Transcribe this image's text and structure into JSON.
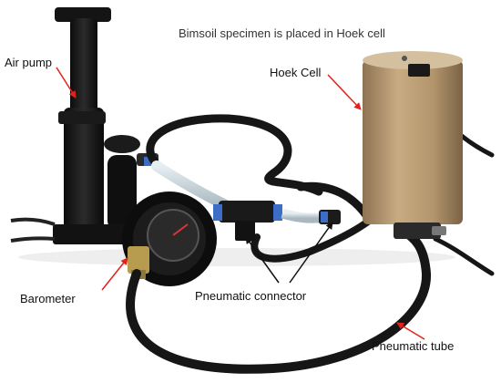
{
  "caption": "Bimsoil specimen is placed in Hoek cell",
  "labels": {
    "air_pump": "Air pump",
    "hoek_cell": "Hoek Cell",
    "barometer": "Barometer",
    "pneumatic_connector": "Pneumatic connector",
    "pneumatic_tube": "Pneumatic tube"
  },
  "colors": {
    "annotation_arrow": "#e0221d",
    "hoek_cell_body": "#b89a72",
    "tube": "#161616",
    "background": "#ffffff"
  }
}
